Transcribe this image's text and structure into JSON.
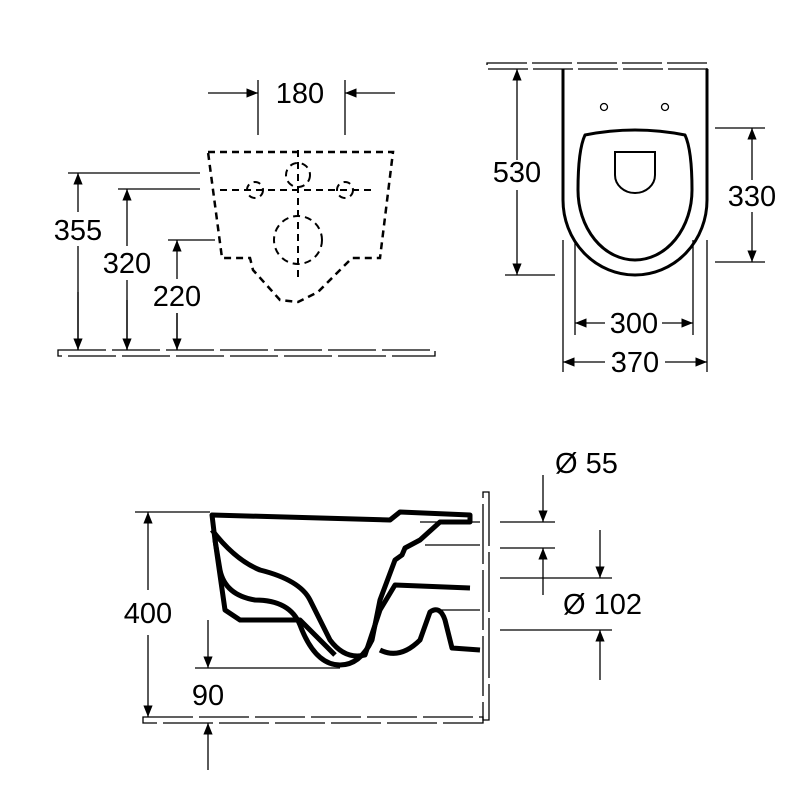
{
  "front_view": {
    "width_180": "180",
    "height_355": "355",
    "height_320": "320",
    "height_220": "220"
  },
  "top_view": {
    "length_530": "530",
    "seat_330": "330",
    "seat_width_300": "300",
    "width_370": "370"
  },
  "side_view": {
    "diameter_55": "Ø 55",
    "height_400": "400",
    "diameter_102": "Ø 102",
    "height_90": "90"
  }
}
